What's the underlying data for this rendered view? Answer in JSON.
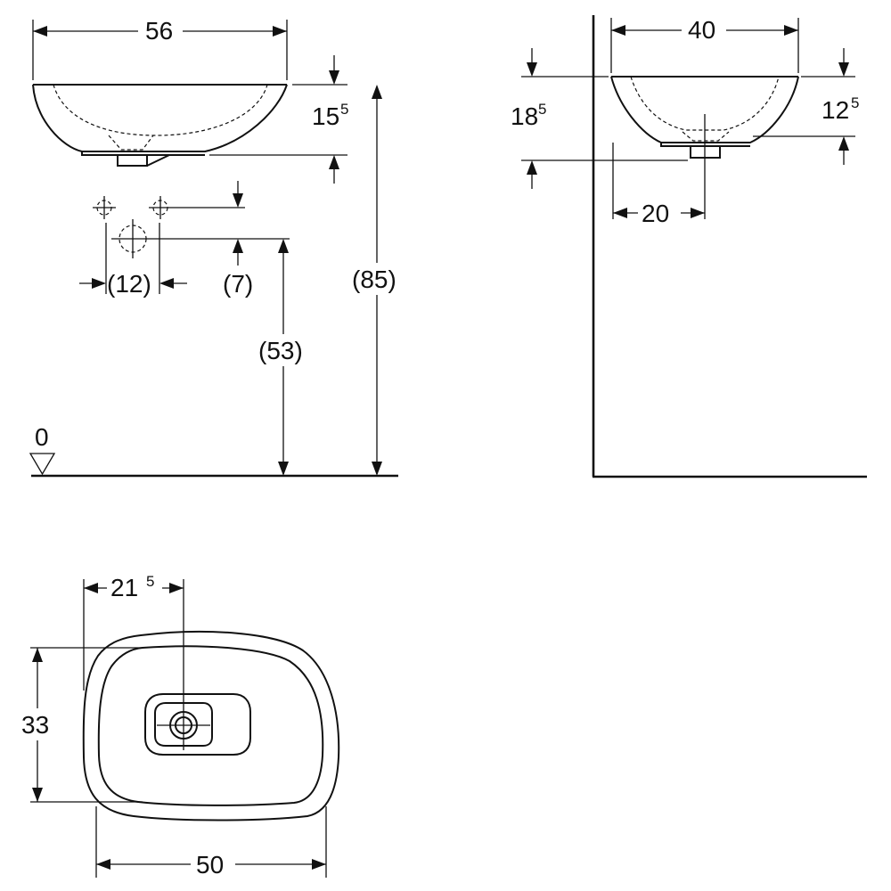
{
  "front_view": {
    "width": "56",
    "basin_height_main": "15",
    "basin_height_sup": "5",
    "tap_spacing": "(12)",
    "tap_offset": "(7)",
    "outlet_height": "(53)",
    "rim_height": "(85)",
    "floor_level": "0"
  },
  "side_view": {
    "depth": "40",
    "overall_height_main": "18",
    "overall_height_sup": "5",
    "bowl_height_main": "12",
    "bowl_height_sup": "5",
    "drain_offset": "20"
  },
  "top_view": {
    "drain_offset_main": "21",
    "drain_offset_sup": "5",
    "depth": "33",
    "width": "50"
  }
}
